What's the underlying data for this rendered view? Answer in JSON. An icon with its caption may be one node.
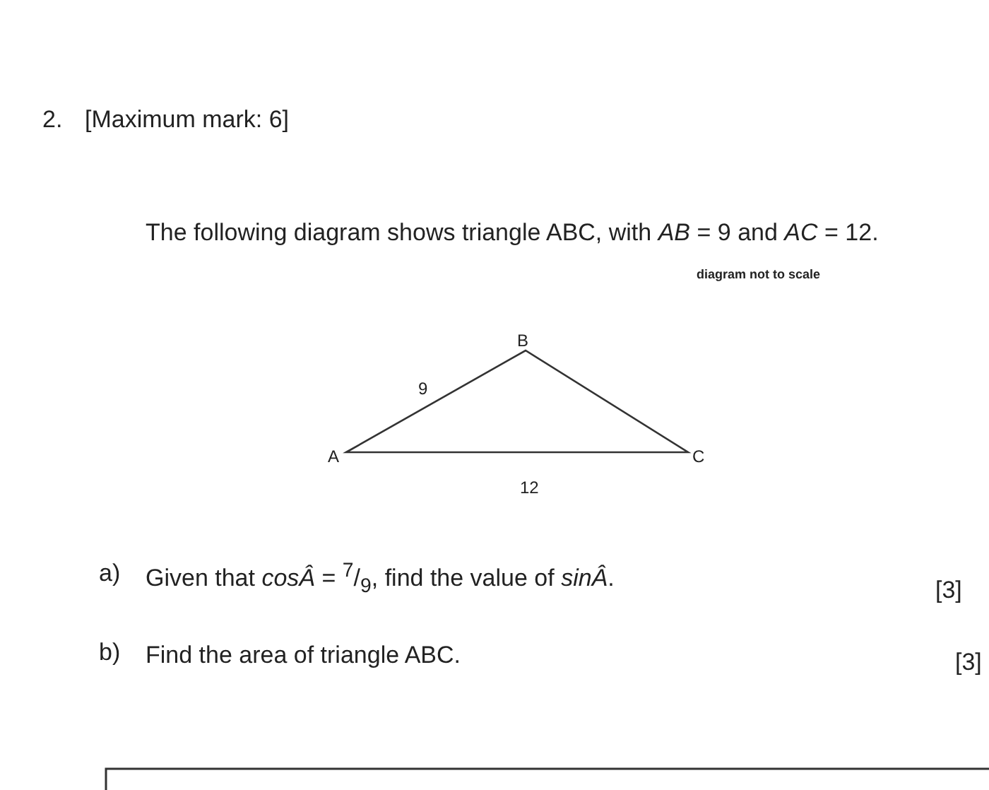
{
  "diagram": {
    "labels": [
      "2.",
      "[Maximum mark: 6]",
      "The following diagram shows triangle ABC, with *AB* = 9 and *AC* = 12.",
      "diagram not to scale",
      "B",
      "9",
      "A",
      "C",
      "12",
      "a)",
      "Given that *cosÂ* = $^{7}$/$_{9}$, find the value of *sinÂ*.",
      "[3]",
      "b)",
      "Find the area of triangle ABC.",
      "[3]"
    ]
  }
}
